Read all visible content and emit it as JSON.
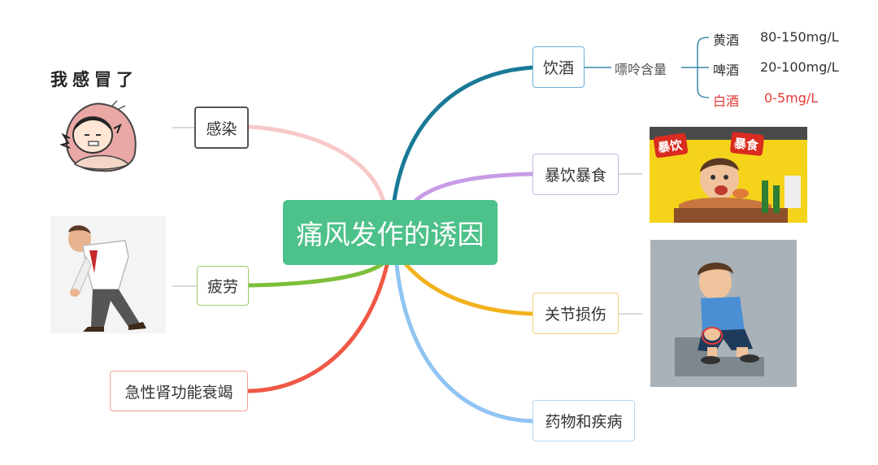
{
  "central": {
    "title": "痛风发作的诱因"
  },
  "left_branches": {
    "infection": "感染",
    "fatigue": "疲劳",
    "kidney": "急性肾功能衰竭"
  },
  "right_branches": {
    "alcohol": "饮酒",
    "binge": "暴饮暴食",
    "joint": "关节损伤",
    "drug": "药物和疾病"
  },
  "purine": {
    "label": "嘌呤含量",
    "items": [
      {
        "name": "黄酒",
        "value": "80-150mg/L"
      },
      {
        "name": "啤酒",
        "value": "20-100mg/L"
      },
      {
        "name": "白酒",
        "value": "0-5mg/L"
      }
    ]
  },
  "illustrations": {
    "sick_caption": "我感冒了",
    "binge_sign_left": "暴饮",
    "binge_sign_right": "暴食"
  },
  "colors": {
    "central": "#4dc18a",
    "infection": "#f8c8c8",
    "fatigue": "#7cbf3a",
    "kidney": "#ef5845",
    "alcohol": "#1a7a96",
    "binge": "#c79be6",
    "joint": "#f2b21e",
    "drug": "#90c4f2",
    "white_wine": "#e53935"
  }
}
